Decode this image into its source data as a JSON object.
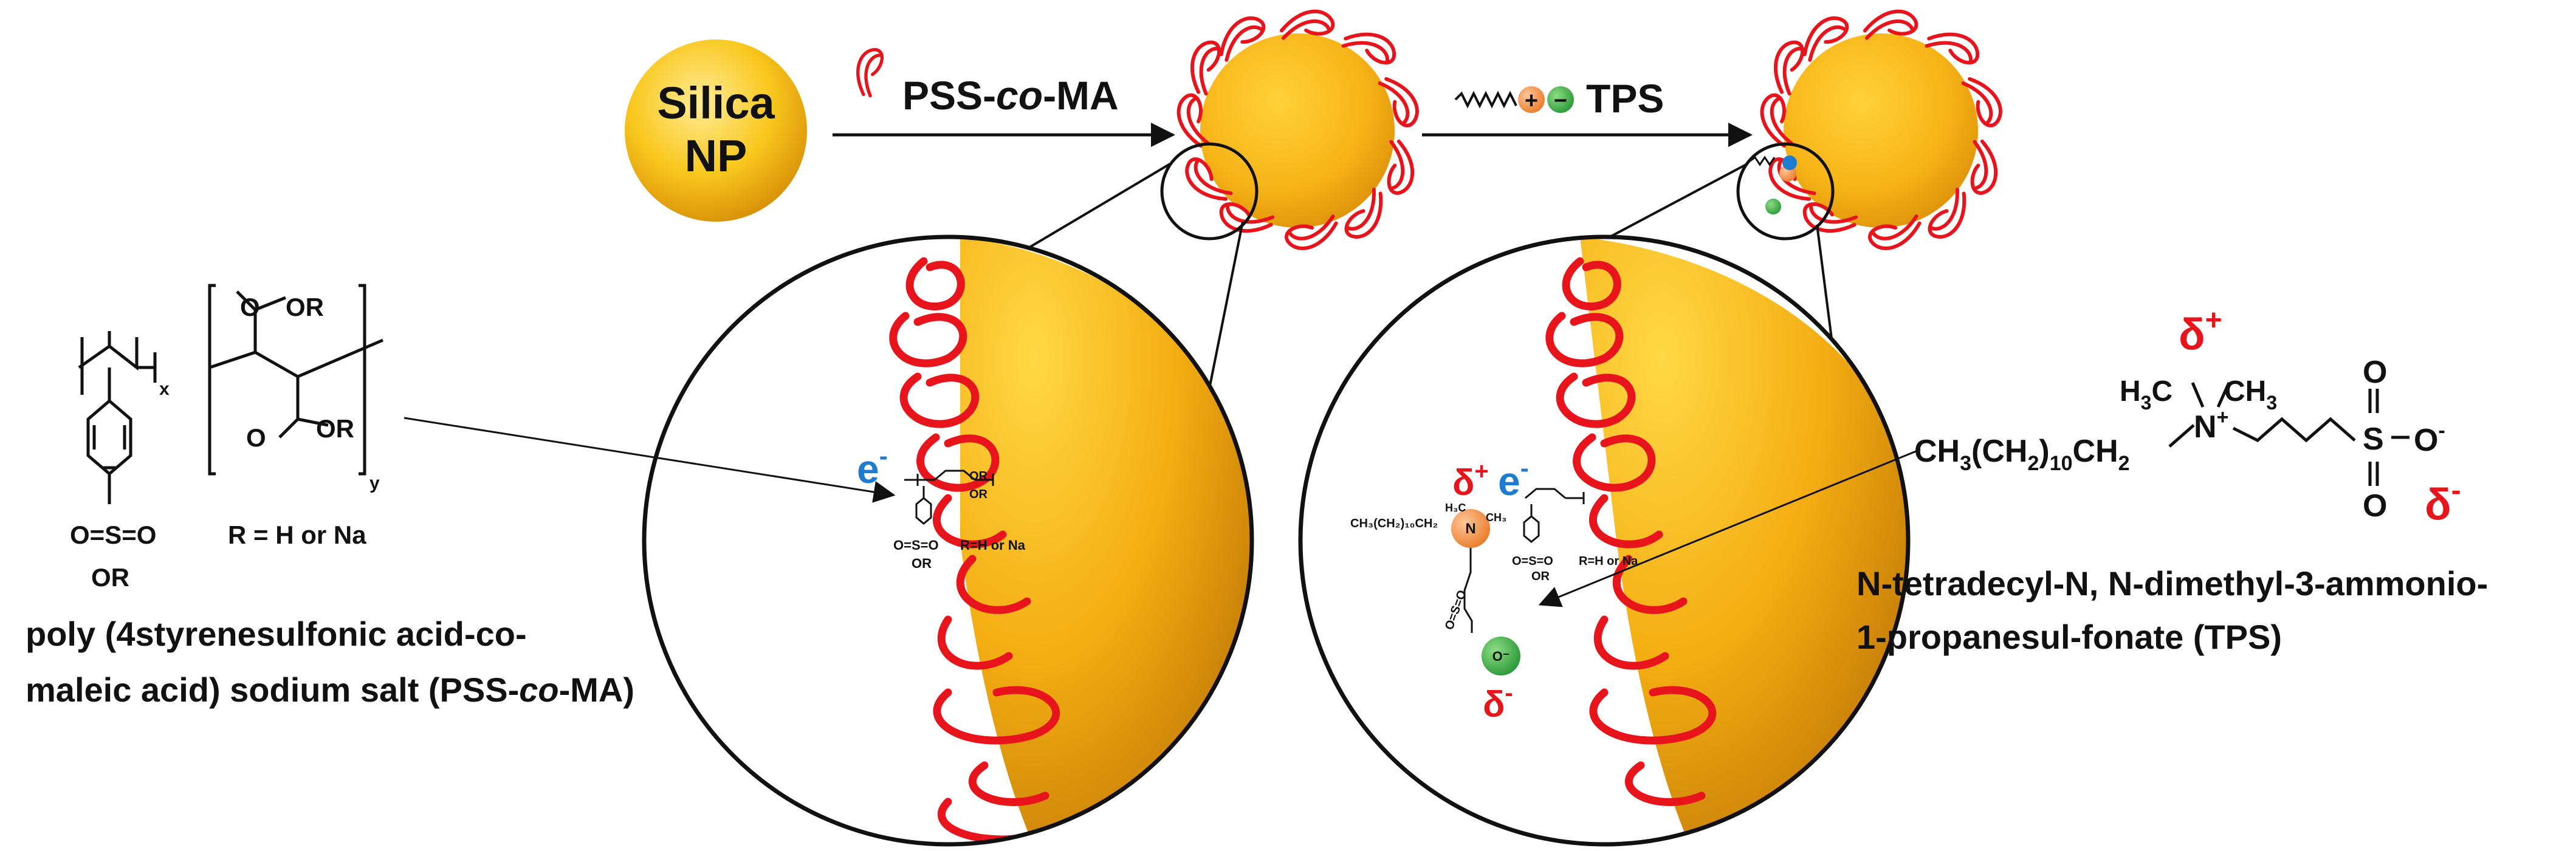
{
  "labels": {
    "silica_line1": "Silica",
    "silica_line2": "NP",
    "step1_pre": "PSS-",
    "step1_co": "co",
    "step1_post": "-MA",
    "step2": "TPS",
    "plus": "+",
    "minus": "−",
    "electron": "e",
    "electron_sup": "-",
    "delta": "δ",
    "delta_plus_sup": "+",
    "delta_minus_sup": "-",
    "pss_caption_1": "poly (4styrenesulfonic acid-co-",
    "pss_caption_2a": "maleic acid) sodium salt (PSS-",
    "pss_caption_2b": "co",
    "pss_caption_2c": "-MA)",
    "tps_caption_1": "N-tetradecyl-N, N-dimethyl-3-ammonio-",
    "tps_caption_2": "1-propanesul-fonate (TPS)"
  },
  "structure_pss": {
    "cooR": "O",
    "or": "OR",
    "sub_x": "x",
    "sub_y": "y",
    "sulfonyl": "O=S=O",
    "s_or": "OR",
    "r_def": "R = H or Na"
  },
  "structure_tps": {
    "h3c": "H",
    "h3c_sub": "3",
    "h3c_c": "C",
    "ch3": "CH",
    "ch3_sub": "3",
    "chain_ch3": "CH",
    "chain_sub3": "3",
    "chain_ch2": "(CH",
    "chain_sub2": "2",
    "chain_close": ")",
    "chain_sub10": "10",
    "chain_ch2b": "CH",
    "chain_sub2b": "2",
    "n": "N",
    "n_plus": "+",
    "s": "S",
    "o_top": "O",
    "o_bot": "O",
    "o_minus": "O",
    "o_minus_sup": "-"
  },
  "mini": {
    "sulf": "O=S=O",
    "rdef": "R=H or Na",
    "or": "OR",
    "chain": "CH₃(CH₂)₁₀CH₂",
    "n": "N",
    "h3c": "H₃C",
    "ch3": "CH₃",
    "ominus": "O⁻"
  },
  "colors": {
    "silica_light": "#ffe37a",
    "silica_mid": "#f8c21c",
    "silica_dark": "#d48a05",
    "polymer_red": "#e8141c",
    "electron_blue": "#1f7bd0",
    "plus_orange": "#f3a15b",
    "minus_green": "#3fa948",
    "text": "#111111"
  }
}
